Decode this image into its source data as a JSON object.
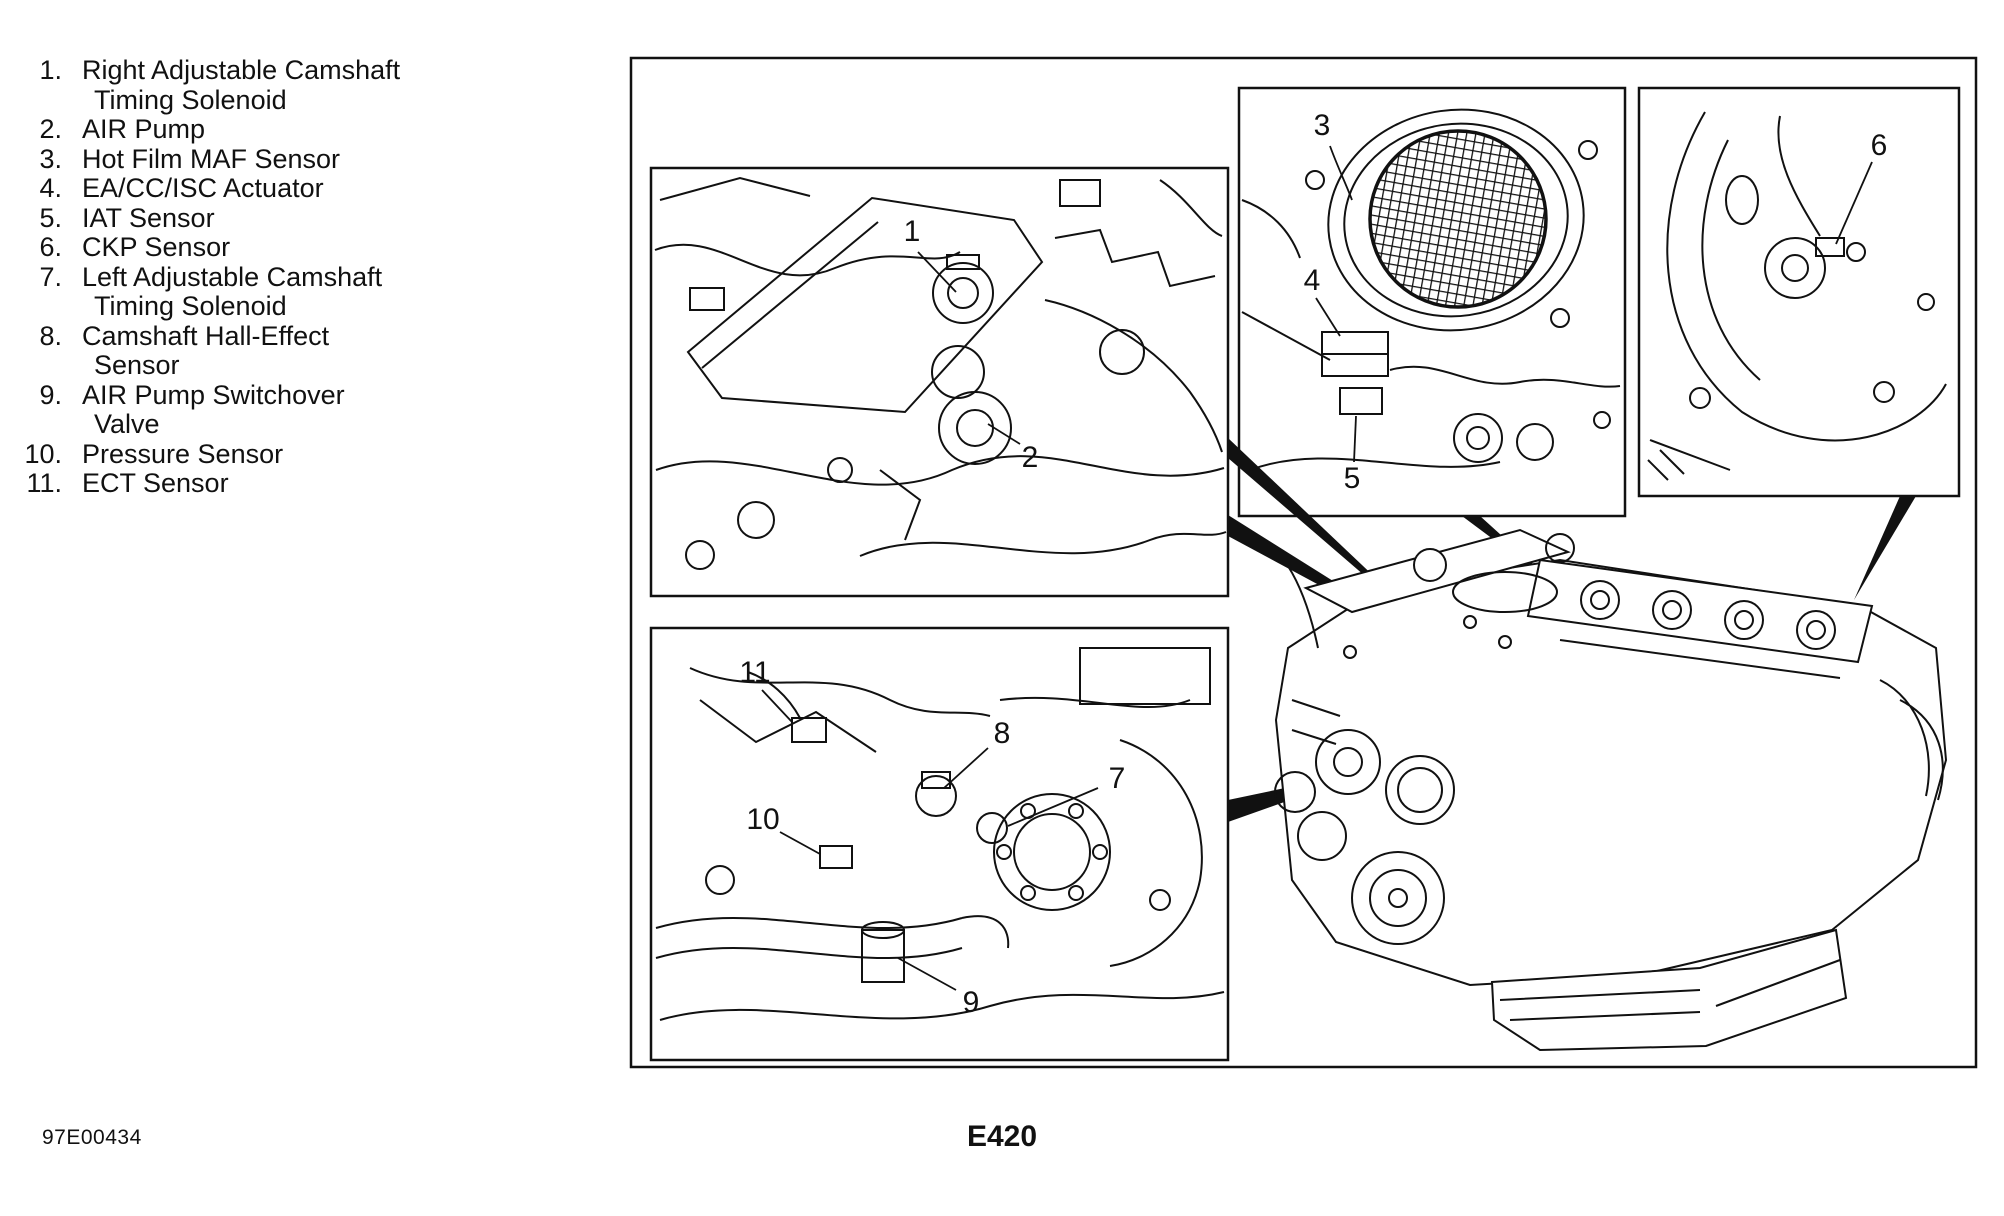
{
  "page": {
    "figure_code": "97E00434",
    "title": "E420"
  },
  "legend": {
    "items": [
      {
        "num": "1.",
        "label": "Right Adjustable Camshaft Timing Solenoid"
      },
      {
        "num": "2.",
        "label": "AIR Pump"
      },
      {
        "num": "3.",
        "label": "Hot Film MAF Sensor"
      },
      {
        "num": "4.",
        "label": "EA/CC/ISC Actuator"
      },
      {
        "num": "5.",
        "label": "IAT Sensor"
      },
      {
        "num": "6.",
        "label": "CKP Sensor"
      },
      {
        "num": "7.",
        "label": "Left Adjustable Camshaft Timing Solenoid"
      },
      {
        "num": "8.",
        "label": "Camshaft Hall-Effect Sensor"
      },
      {
        "num": "9.",
        "label": "AIR Pump Switchover Valve"
      },
      {
        "num": "10.",
        "label": "Pressure Sensor"
      },
      {
        "num": "11.",
        "label": "ECT Sensor"
      }
    ]
  },
  "figure": {
    "callouts": [
      {
        "id": "callout-1",
        "label": "1"
      },
      {
        "id": "callout-2",
        "label": "2"
      },
      {
        "id": "callout-3",
        "label": "3"
      },
      {
        "id": "callout-4",
        "label": "4"
      },
      {
        "id": "callout-5",
        "label": "5"
      },
      {
        "id": "callout-6",
        "label": "6"
      },
      {
        "id": "callout-7",
        "label": "7"
      },
      {
        "id": "callout-8",
        "label": "8"
      },
      {
        "id": "callout-9",
        "label": "9"
      },
      {
        "id": "callout-10",
        "label": "10"
      },
      {
        "id": "callout-11",
        "label": "11"
      }
    ],
    "ink_color": "#111111",
    "paper_color": "#ffffff"
  }
}
